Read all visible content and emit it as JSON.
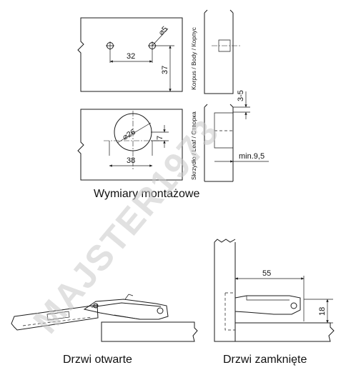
{
  "top_view": {
    "body_label": "Korpus / Body / Корпус",
    "leaf_label": "Skrzydło / Leaf / Створка",
    "dim_hole_dia": "⌀5",
    "dim_hole_spacing": "32",
    "dim_depth": "37",
    "dim_cup_dia": "⌀26",
    "dim_cup_offset": "7",
    "dim_cup_spacing": "38",
    "dim_overlap": "3-5",
    "dim_min": "min.9,5",
    "caption": "Wymiary montażowe"
  },
  "bottom_left": {
    "caption": "Drzwi otwarte"
  },
  "bottom_right": {
    "dim_width": "55",
    "dim_height": "18",
    "caption": "Drzwi zamknięte"
  },
  "watermark": {
    "text": "MAJSTER1973"
  }
}
